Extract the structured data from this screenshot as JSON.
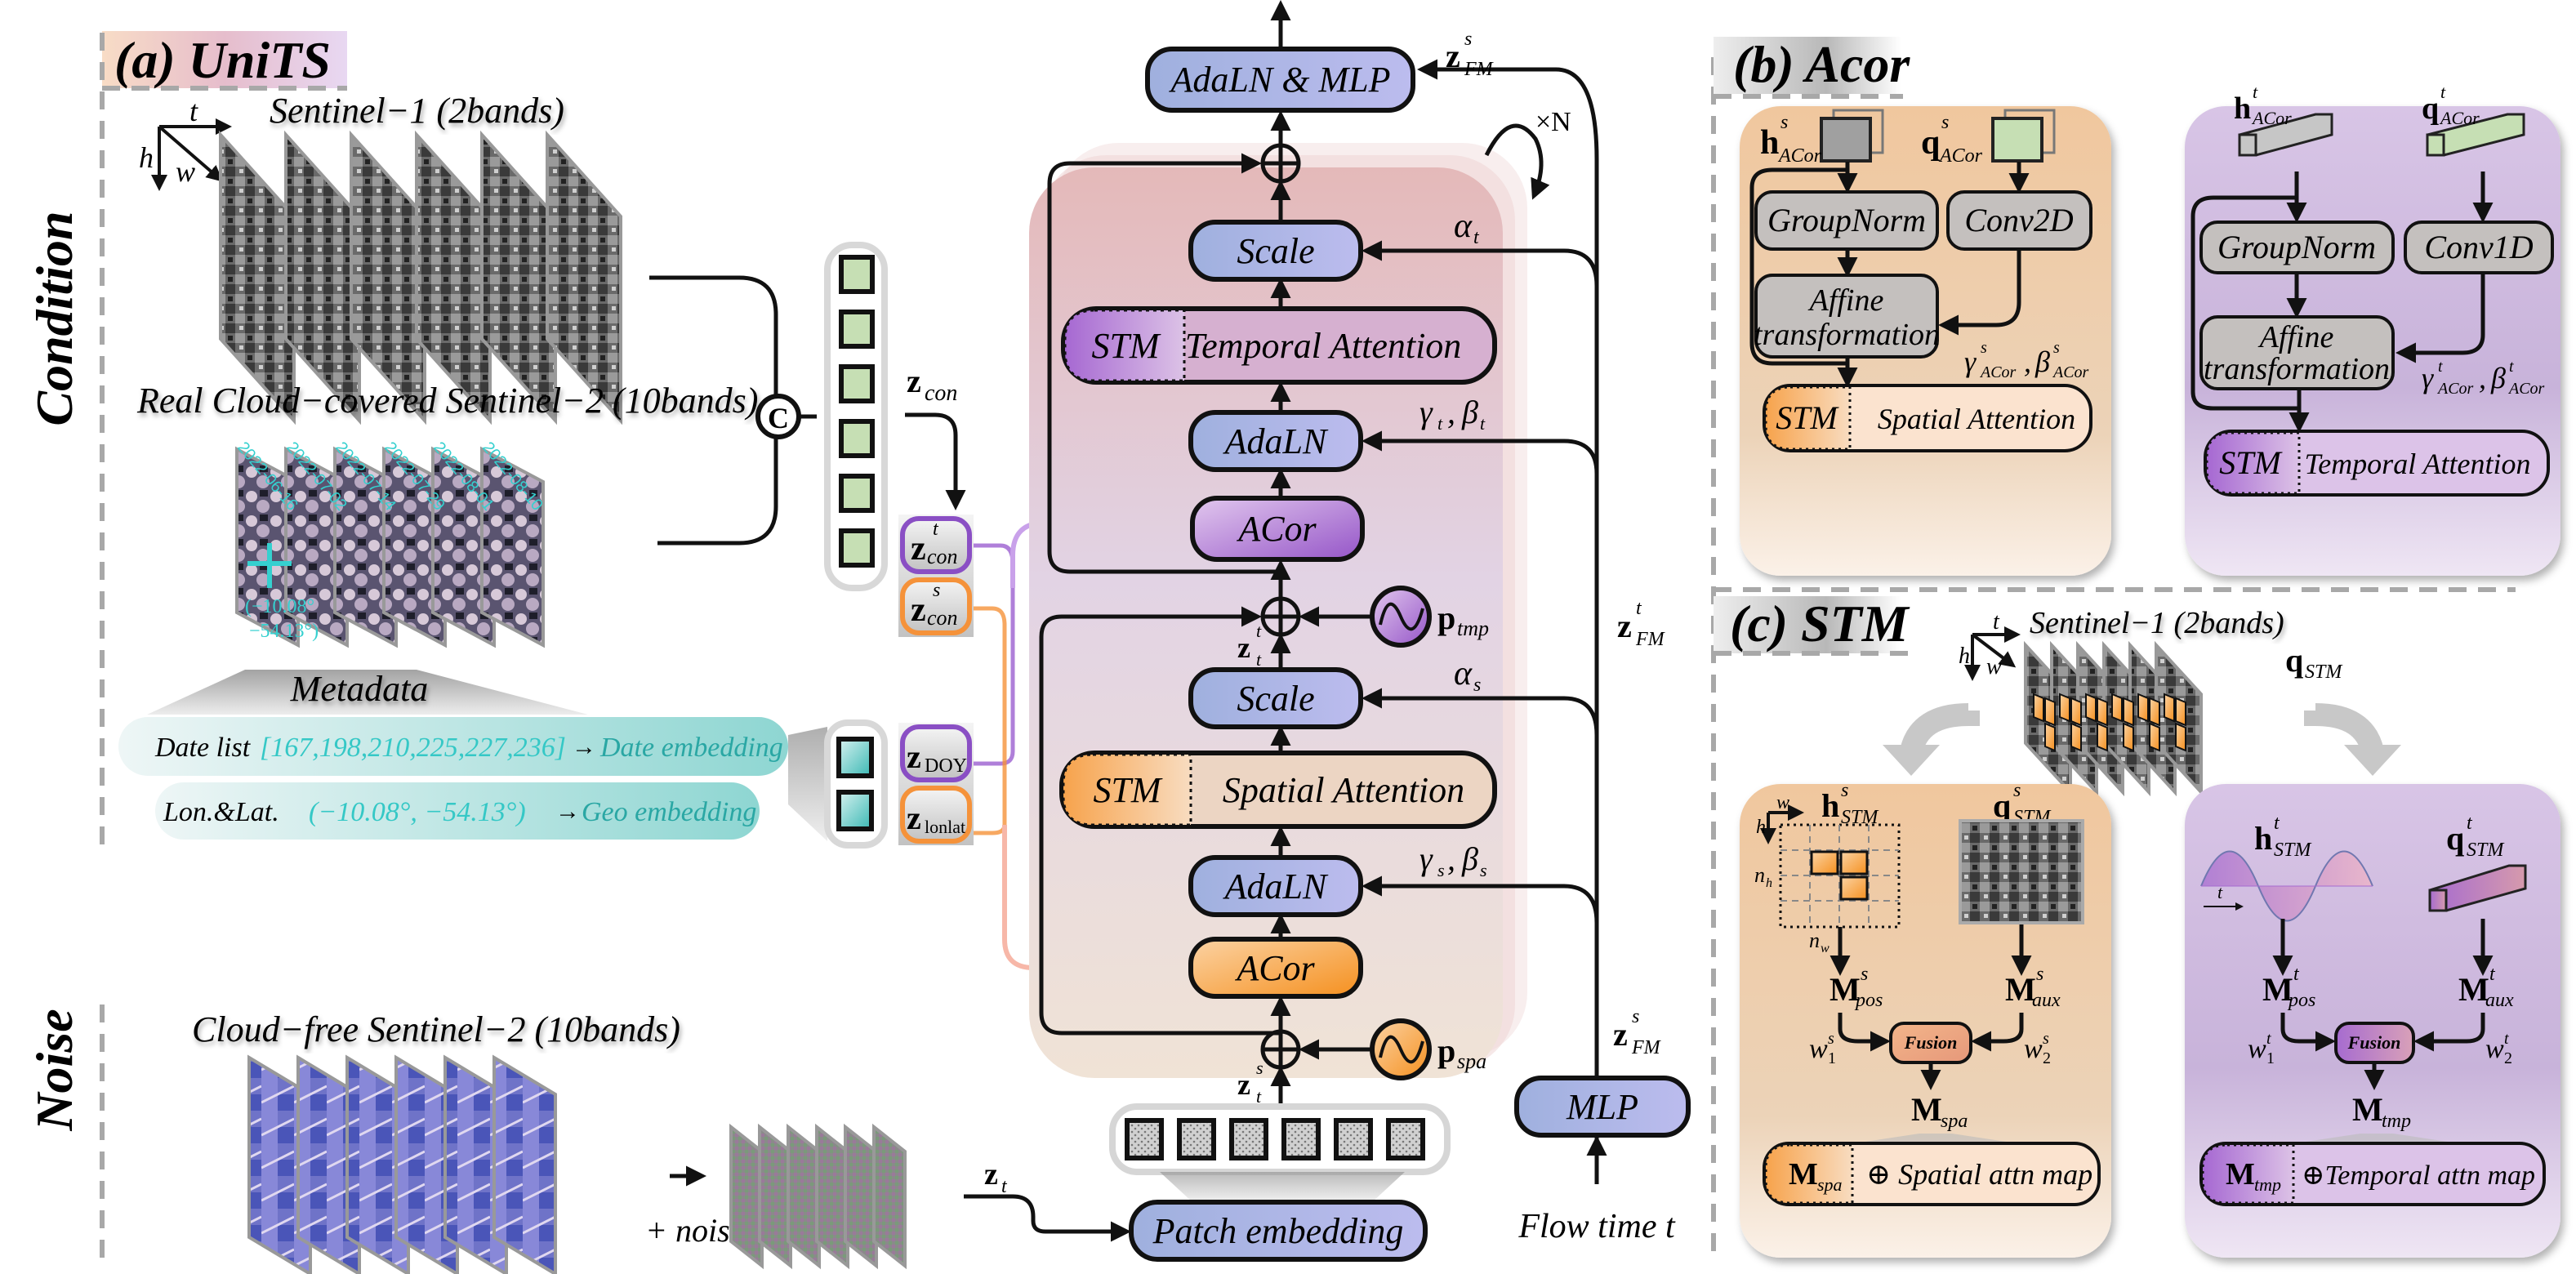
{
  "figure": {
    "panels": {
      "a": {
        "title": "(a) UniTS"
      },
      "b": {
        "title": "(b) Acor"
      },
      "c": {
        "title": "(c) STM"
      }
    },
    "side_labels": {
      "condition": "Condition",
      "noise": "Noise"
    },
    "colors": {
      "block_blue": "#a3b3e0",
      "spatial_orange": "#f7a04a",
      "temporal_purple": "#a86ed0",
      "green_token": "#c6dfb4",
      "teal_token": "#7fd0cc",
      "metadata_teal": "#8ed6d2",
      "gray_box": "#c4c4c4",
      "dashed_divider": "#a8a8a8"
    }
  },
  "left": {
    "sentinel1_label": "Sentinel−1 (2bands)",
    "axis": {
      "t": "t",
      "h": "h",
      "w": "w"
    },
    "s2_cloudy_label": "Real Cloud−covered Sentinel−2  (10bands)",
    "s2_dates": [
      "2022-06-16",
      "2022-07-02",
      "2022-07-14",
      "2022-07-29",
      "2022-08-01",
      "2022-08-10"
    ],
    "geo_overlay": [
      "(−10.08°",
      "−54.13°)"
    ],
    "concat_symbol": "C",
    "metadata_label": "Metadata",
    "date_row": {
      "label": "Date list",
      "values": "[167,198,210,225,227,236]",
      "arrow": "→",
      "target": "Date embedding"
    },
    "geo_row": {
      "label": "Lon.&Lat.",
      "values": "(−10.08°, −54.13°)",
      "arrow": "→",
      "target": "Geo embedding"
    },
    "cloudfree_label": "Cloud−free Sentinel−2  (10bands)",
    "plus_noise": "+ noise",
    "z_t": "z",
    "z_t_sub": "t"
  },
  "tokens": {
    "z_con": {
      "base": "z",
      "sub": "con"
    },
    "z_con_t": {
      "base": "z",
      "sup": "t",
      "sub": "con"
    },
    "z_con_s": {
      "base": "z",
      "sup": "s",
      "sub": "con"
    },
    "z_doy": {
      "base": "z",
      "sub": "DOY"
    },
    "z_lonlat": {
      "base": "z",
      "sub": "lonlat"
    }
  },
  "center": {
    "adaln_mlp": "AdaLN & MLP",
    "repeat": "×N",
    "scale_top": "Scale",
    "temporal_attention": {
      "stm": "STM",
      "label": "Temporal Attention"
    },
    "adaln_top": "AdaLN",
    "acor_top": "ACor",
    "p_tmp": {
      "base": "p",
      "sub": "tmp"
    },
    "z_t_t": {
      "base": "z",
      "sup": "t",
      "sub": "t"
    },
    "scale_bottom": "Scale",
    "spatial_attention": {
      "stm": "STM",
      "label": "Spatial Attention"
    },
    "adaln_bottom": "AdaLN",
    "acor_bottom": "ACor",
    "p_spa": {
      "base": "p",
      "sub": "spa"
    },
    "z_t_s": {
      "base": "z",
      "sup": "s",
      "sub": "t"
    },
    "patch_embedding": "Patch embedding",
    "mlp": "MLP",
    "flow_time": "Flow time t",
    "alpha_t": {
      "base": "α",
      "sub": "t"
    },
    "gamma_beta_t": {
      "g": "γ",
      "b": "β",
      "sub": "t"
    },
    "alpha_s": {
      "base": "α",
      "sub": "s"
    },
    "gamma_beta_s": {
      "g": "γ",
      "b": "β",
      "sub": "s"
    },
    "z_fm_s_top": {
      "base": "z",
      "sup": "s",
      "sub": "FM"
    },
    "z_fm_t": {
      "base": "z",
      "sup": "t",
      "sub": "FM"
    },
    "z_fm_s_bottom": {
      "base": "z",
      "sup": "s",
      "sub": "FM"
    }
  },
  "acor": {
    "spatial": {
      "h": {
        "base": "h",
        "sup": "s",
        "sub": "ACor"
      },
      "q": {
        "base": "q",
        "sup": "s",
        "sub": "ACor"
      },
      "groupnorm": "GroupNorm",
      "conv": "Conv2D",
      "affine": [
        "Affine",
        "transformation"
      ],
      "params": {
        "g": "γ",
        "b": "β",
        "sup": "s",
        "sub": "ACor"
      },
      "stm": "STM",
      "attn": "Spatial Attention"
    },
    "temporal": {
      "h": {
        "base": "h",
        "sup": "t",
        "sub": "ACor"
      },
      "q": {
        "base": "q",
        "sup": "t",
        "sub": "ACor"
      },
      "groupnorm": "GroupNorm",
      "conv": "Conv1D",
      "affine": [
        "Affine",
        "transformation"
      ],
      "params": {
        "g": "γ",
        "b": "β",
        "sup": "t",
        "sub": "ACor"
      },
      "stm": "STM",
      "attn": "Temporal Attention"
    }
  },
  "stm": {
    "sentinel1_label": "Sentinel−1 (2bands)",
    "q_stm": {
      "base": "q",
      "sub": "STM"
    },
    "spatial": {
      "h": {
        "base": "h",
        "sup": "s",
        "sub": "STM"
      },
      "q": {
        "base": "q",
        "sup": "s",
        "sub": "STM"
      },
      "axis": {
        "w": "w",
        "h": "h",
        "nh": "n",
        "nh_sub": "h",
        "nw": "n",
        "nw_sub": "w"
      },
      "m_pos": {
        "base": "M",
        "sup": "s",
        "sub": "pos"
      },
      "m_aux": {
        "base": "M",
        "sup": "s",
        "sub": "aux"
      },
      "w1": {
        "base": "w",
        "sup": "s",
        "sub": "1"
      },
      "w2": {
        "base": "w",
        "sup": "s",
        "sub": "2"
      },
      "fusion": "Fusion",
      "m_out": {
        "base": "M",
        "sub": "spa"
      },
      "map_label": "⊕ Spatial attn map"
    },
    "temporal": {
      "h": {
        "base": "h",
        "sup": "t",
        "sub": "STM"
      },
      "q": {
        "base": "q",
        "sup": "t",
        "sub": "STM"
      },
      "t_axis": "t",
      "m_pos": {
        "base": "M",
        "sup": "t",
        "sub": "pos"
      },
      "m_aux": {
        "base": "M",
        "sup": "t",
        "sub": "aux"
      },
      "w1": {
        "base": "w",
        "sup": "t",
        "sub": "1"
      },
      "w2": {
        "base": "w",
        "sup": "t",
        "sub": "2"
      },
      "fusion": "Fusion",
      "m_out": {
        "base": "M",
        "sub": "tmp"
      },
      "map_label": "⊕Temporal attn map"
    }
  }
}
